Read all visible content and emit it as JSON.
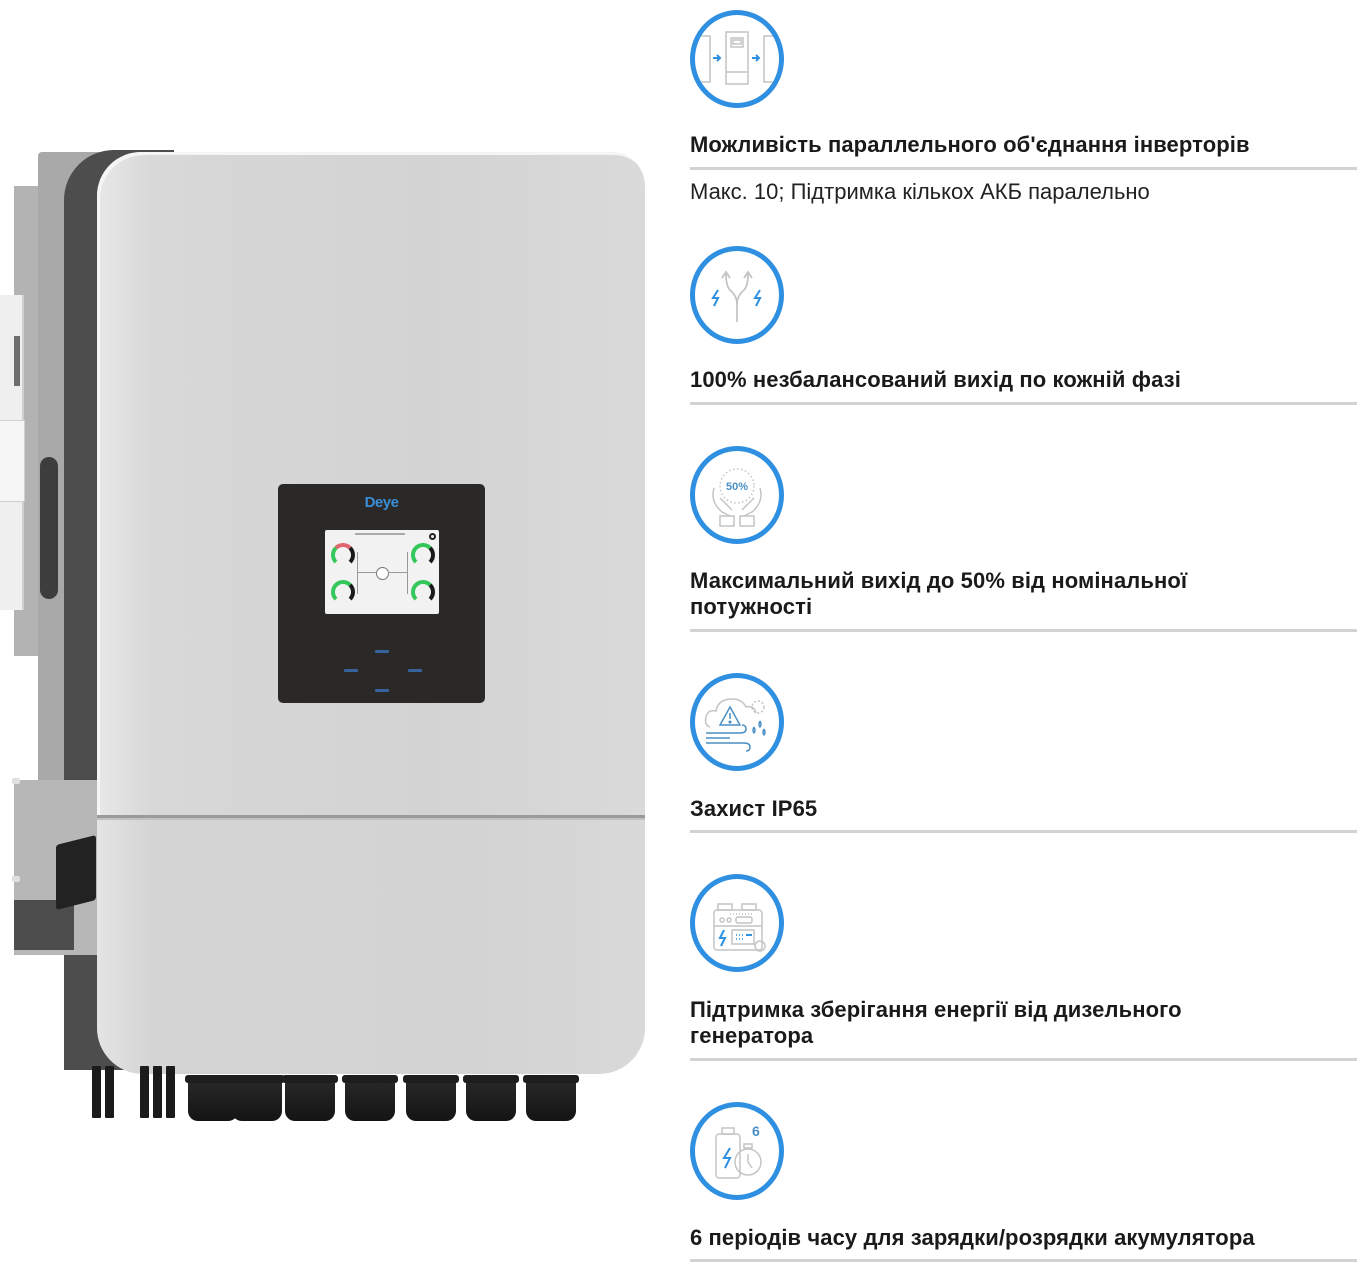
{
  "product_image": {
    "brand_logo": "Deye",
    "description": "Deye hybrid inverter, front view with LCD panel and cable glands"
  },
  "features": [
    {
      "icon": "parallel-inverters-icon",
      "title": "Можливість параллельного об'єднання інверторів",
      "subtitle": "Макс. 10; Підтримка кількох АКБ паралельно"
    },
    {
      "icon": "unbalanced-output-icon",
      "title": "100% незбалансований вихід по кожній фазі"
    },
    {
      "icon": "hands-50-percent-icon",
      "icon_label": "50%",
      "title_line1": "Максимальний вихід до 50% від номінальної",
      "title_line2": "потужності"
    },
    {
      "icon": "weather-protection-icon",
      "title": "Захист IP65"
    },
    {
      "icon": "diesel-generator-icon",
      "title_line1": "Підтримка зберігання енергії від дизельного",
      "title_line2": "генератора"
    },
    {
      "icon": "battery-timer-icon",
      "icon_label": "6",
      "title": "6 періодів часу для зарядки/розрядки акумулятора"
    }
  ],
  "colors": {
    "accent_blue": "#2f8fe0",
    "icon_gray": "#c4c4c4",
    "divider": "#d3d3d3",
    "text": "#1a1a1a"
  }
}
